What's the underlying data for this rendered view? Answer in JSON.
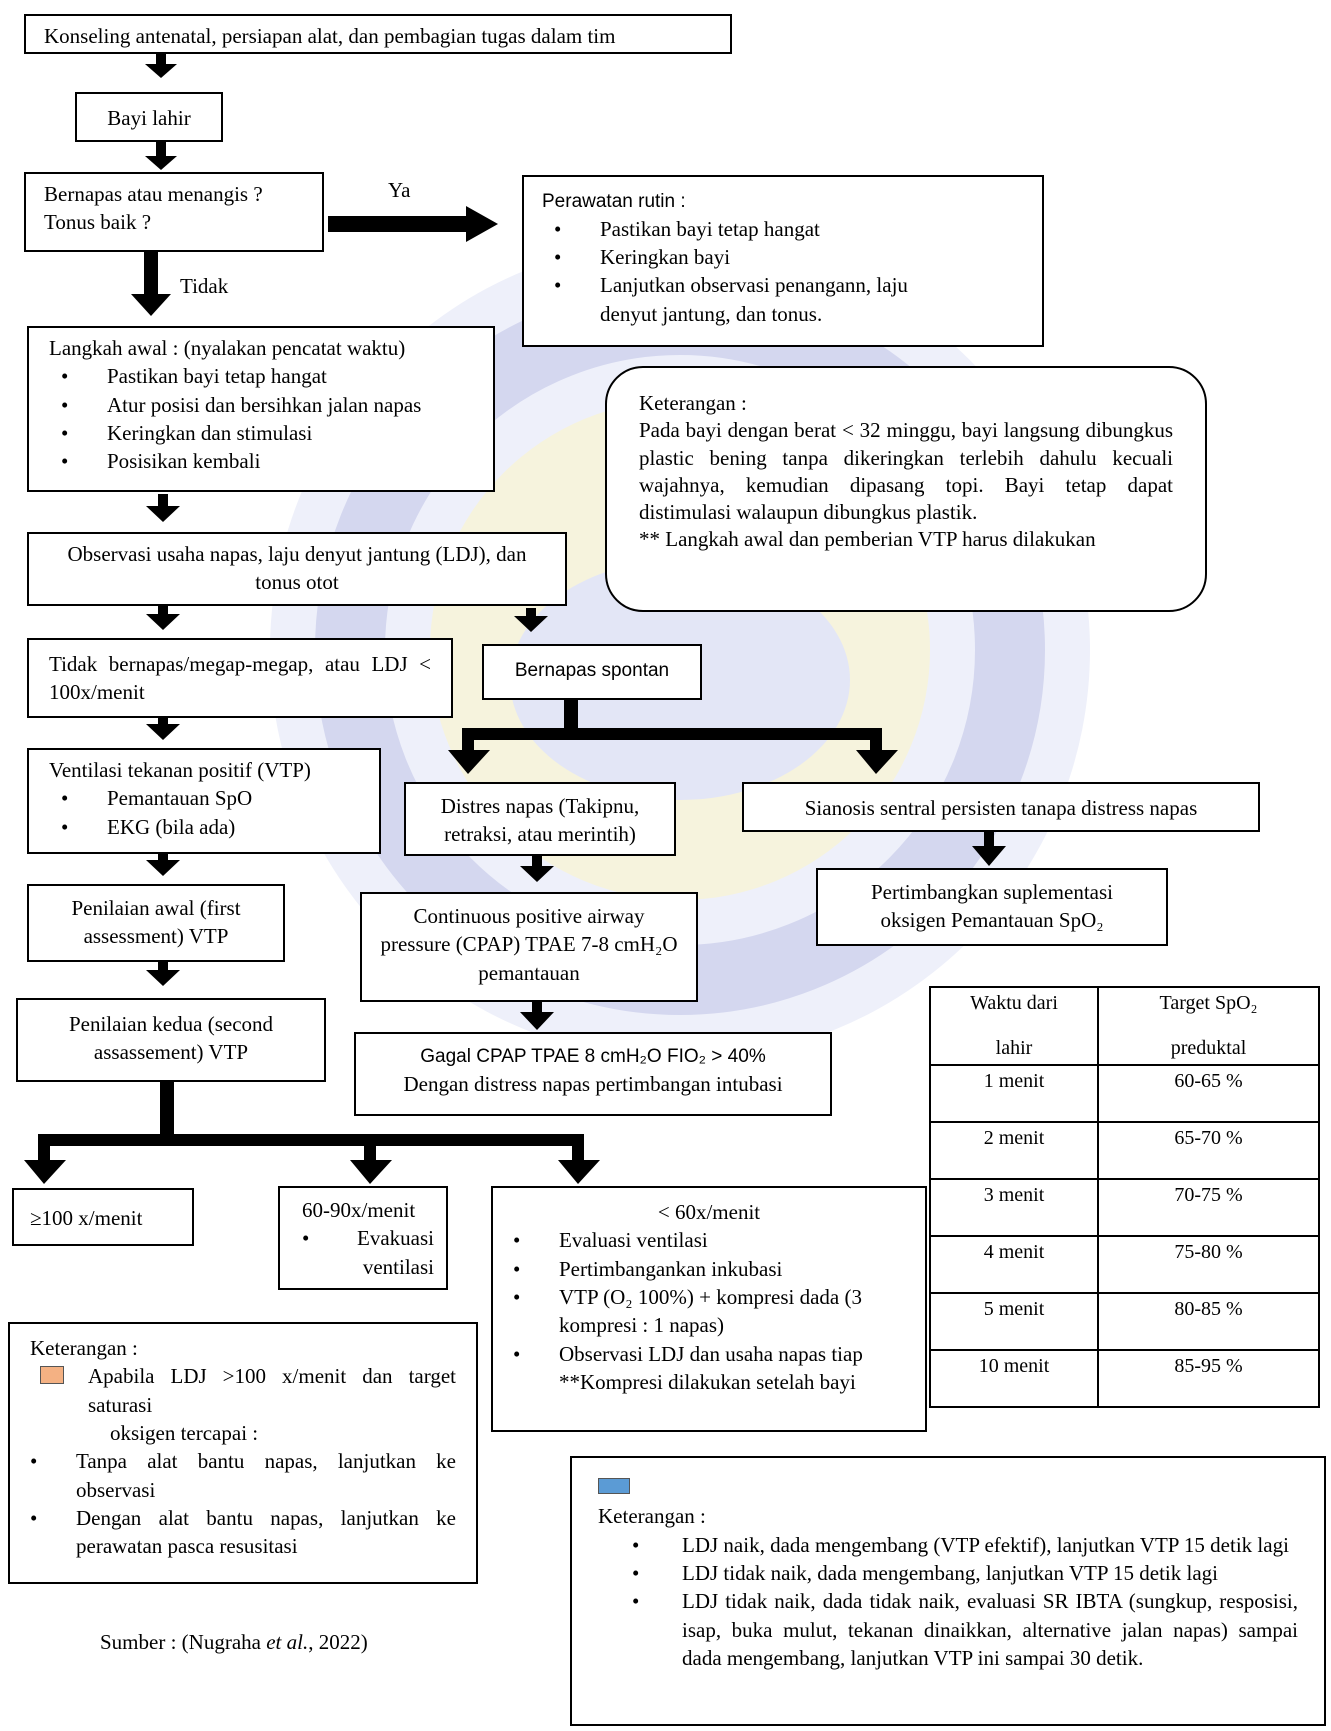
{
  "colors": {
    "legend_orange": "#f4b183",
    "legend_blue": "#5b9bd5",
    "watermark": "#c8cbe8"
  },
  "flow": {
    "start": "Konseling antenatal, persiapan alat, dan pembagian tugas dalam tim",
    "born": "Bayi lahir",
    "question_line1": "Bernapas atau menangis ?",
    "question_line2": "Tonus baik ?",
    "yes_label": "Ya",
    "no_label": "Tidak",
    "routine": {
      "title": "Perawatan rutin :",
      "items": [
        "Pastikan bayi tetap hangat",
        "Keringkan bayi",
        "Lanjutkan observasi penangann, laju denyut jantung, dan tonus."
      ]
    },
    "initial": {
      "title": "Langkah awal : (nyalakan pencatat waktu)",
      "items": [
        "Pastikan bayi tetap hangat",
        "Atur posisi dan bersihkan jalan napas",
        "Keringkan dan stimulasi",
        "Posisikan kembali"
      ]
    },
    "note_top": {
      "title": "Keterangan :",
      "text": "Pada bayi dengan berat < 32 minggu, bayi langsung dibungkus plastic bening tanpa dikeringkan terlebih dahulu kecuali wajahnya, kemudian dipasang topi. Bayi tetap dapat distimulasi walaupun dibungkus plastik.",
      "text2": "** Langkah awal dan pemberian VTP harus dilakukan"
    },
    "observe": "Observasi usaha napas, laju denyut jantung (LDJ), dan tonus otot",
    "not_breathing": "Tidak bernapas/megap-megap, atau LDJ < 100x/menit",
    "spontaneous": "Bernapas spontan",
    "vtp": {
      "title": "Ventilasi tekanan positif (VTP)",
      "items": [
        "Pemantauan SpO",
        "EKG (bila ada)"
      ]
    },
    "distress": "Distres napas (Takipnu, retraksi, atau merintih)",
    "cyanosis": "Sianosis sentral persisten tanapa distress napas",
    "supplement": "Pertimbangkan suplementasi oksigen Pemantauan SpO₂",
    "first_assessment": "Penilaian awal (first assessment) VTP",
    "cpap": "Continuous positive airway pressure (CPAP) TPAE 7-8 cmH₂O pemantauan",
    "second_assessment": "Penilaian kedua (second assassement) VTP",
    "cpap_fail_line1": "Gagal CPAP TPAE 8 cmH₂O FIO₂ > 40%",
    "cpap_fail_line2": "Dengan distress napas pertimbangan intubasi",
    "ge100": "≥100 x/menit",
    "b6090": {
      "title": "60-90x/menit",
      "item": "Evakuasi ventilasi"
    },
    "lt60": {
      "title": "< 60x/menit",
      "items": [
        "Evaluasi ventilasi",
        "Pertimbangankan inkubasi",
        "VTP (O₂ 100%) + kompresi dada (3 kompresi : 1 napas)",
        "Observasi LDJ dan usaha napas tiap"
      ],
      "note": "**Kompresi dilakukan setelah bayi"
    }
  },
  "spo2_table": {
    "header_col1": [
      "Waktu dari",
      "lahir"
    ],
    "header_col2": [
      "Target SpO₂",
      "preduktal"
    ],
    "rows": [
      {
        "time": "1 menit",
        "target": "60-65 %"
      },
      {
        "time": "2 menit",
        "target": "65-70 %"
      },
      {
        "time": "3 menit",
        "target": "70-75 %"
      },
      {
        "time": "4 menit",
        "target": "75-80 %"
      },
      {
        "time": "5 menit",
        "target": "80-85 %"
      },
      {
        "time": "10 menit",
        "target": "85-95 %"
      }
    ]
  },
  "legend_left": {
    "title": "Keterangan :",
    "swatch_text": "Apabila LDJ >100 x/menit dan target saturasi",
    "swatch_text2": "oksigen tercapai :",
    "items": [
      "Tanpa alat bantu napas, lanjutkan ke observasi",
      "Dengan alat bantu napas, lanjutkan ke perawatan pasca resusitasi"
    ]
  },
  "legend_right": {
    "title": "Keterangan :",
    "items": [
      "LDJ naik, dada mengembang (VTP efektif), lanjutkan VTP 15 detik lagi",
      "LDJ tidak naik, dada mengembang, lanjutkan VTP 15 detik lagi",
      "LDJ tidak naik, dada tidak naik, evaluasi SR IBTA (sungkup, resposisi, isap, buka mulut, tekanan dinaikkan, alternative jalan napas) sampai dada mengembang, lanjutkan VTP ini sampai 30 detik."
    ]
  },
  "source": {
    "prefix": "Sumber : (Nugraha ",
    "italic": "et al.",
    "suffix": ", 2022)"
  }
}
